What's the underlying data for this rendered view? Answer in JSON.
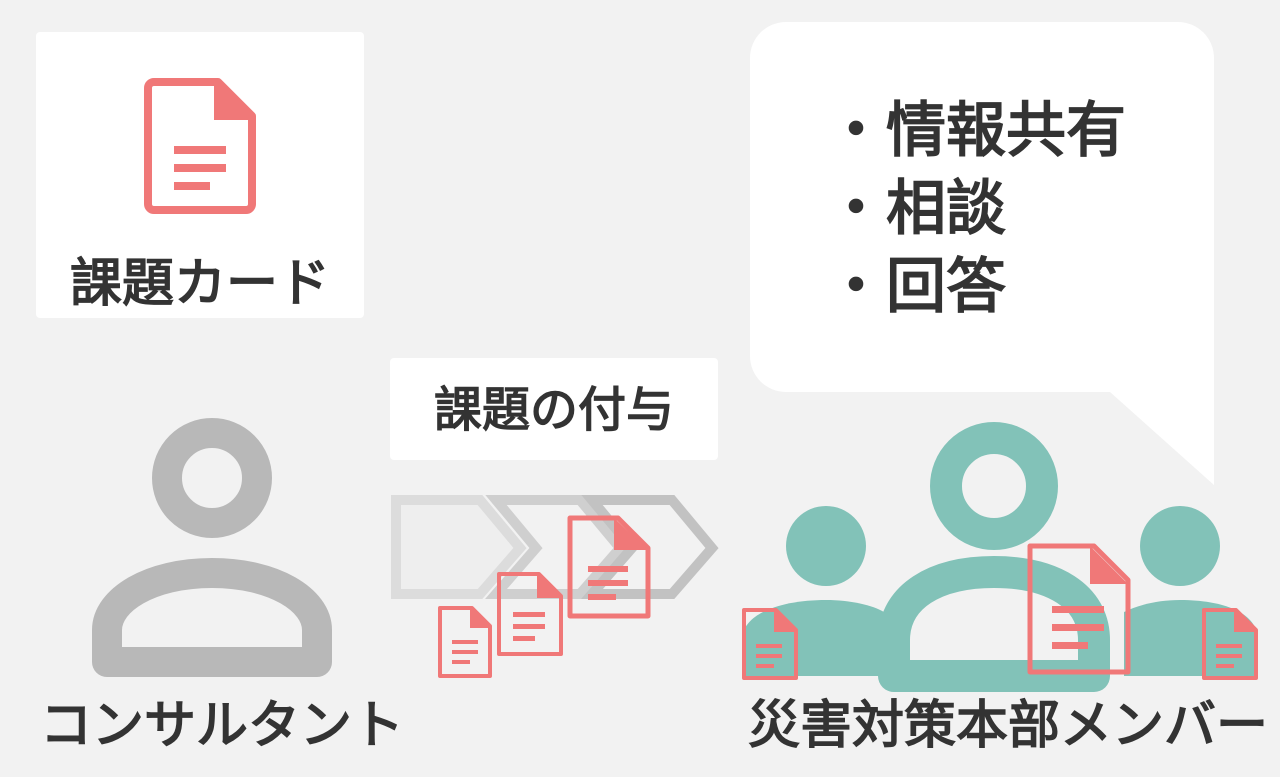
{
  "card": {
    "label": "課題カード",
    "icon": "document-icon",
    "color": "#f07878"
  },
  "assign": {
    "label": "課題の付与"
  },
  "consultant": {
    "label": "コンサルタント",
    "icon": "person-icon",
    "color": "#b8b8b8"
  },
  "team": {
    "label": "災害対策本部メンバー",
    "icon": "group-icon",
    "color": "#82c2b8"
  },
  "bubble": {
    "items": [
      "情報共有",
      "相談",
      "回答"
    ]
  },
  "arrows": {
    "icon": "chevron-arrows-icon",
    "color": "#b8b8b8"
  }
}
